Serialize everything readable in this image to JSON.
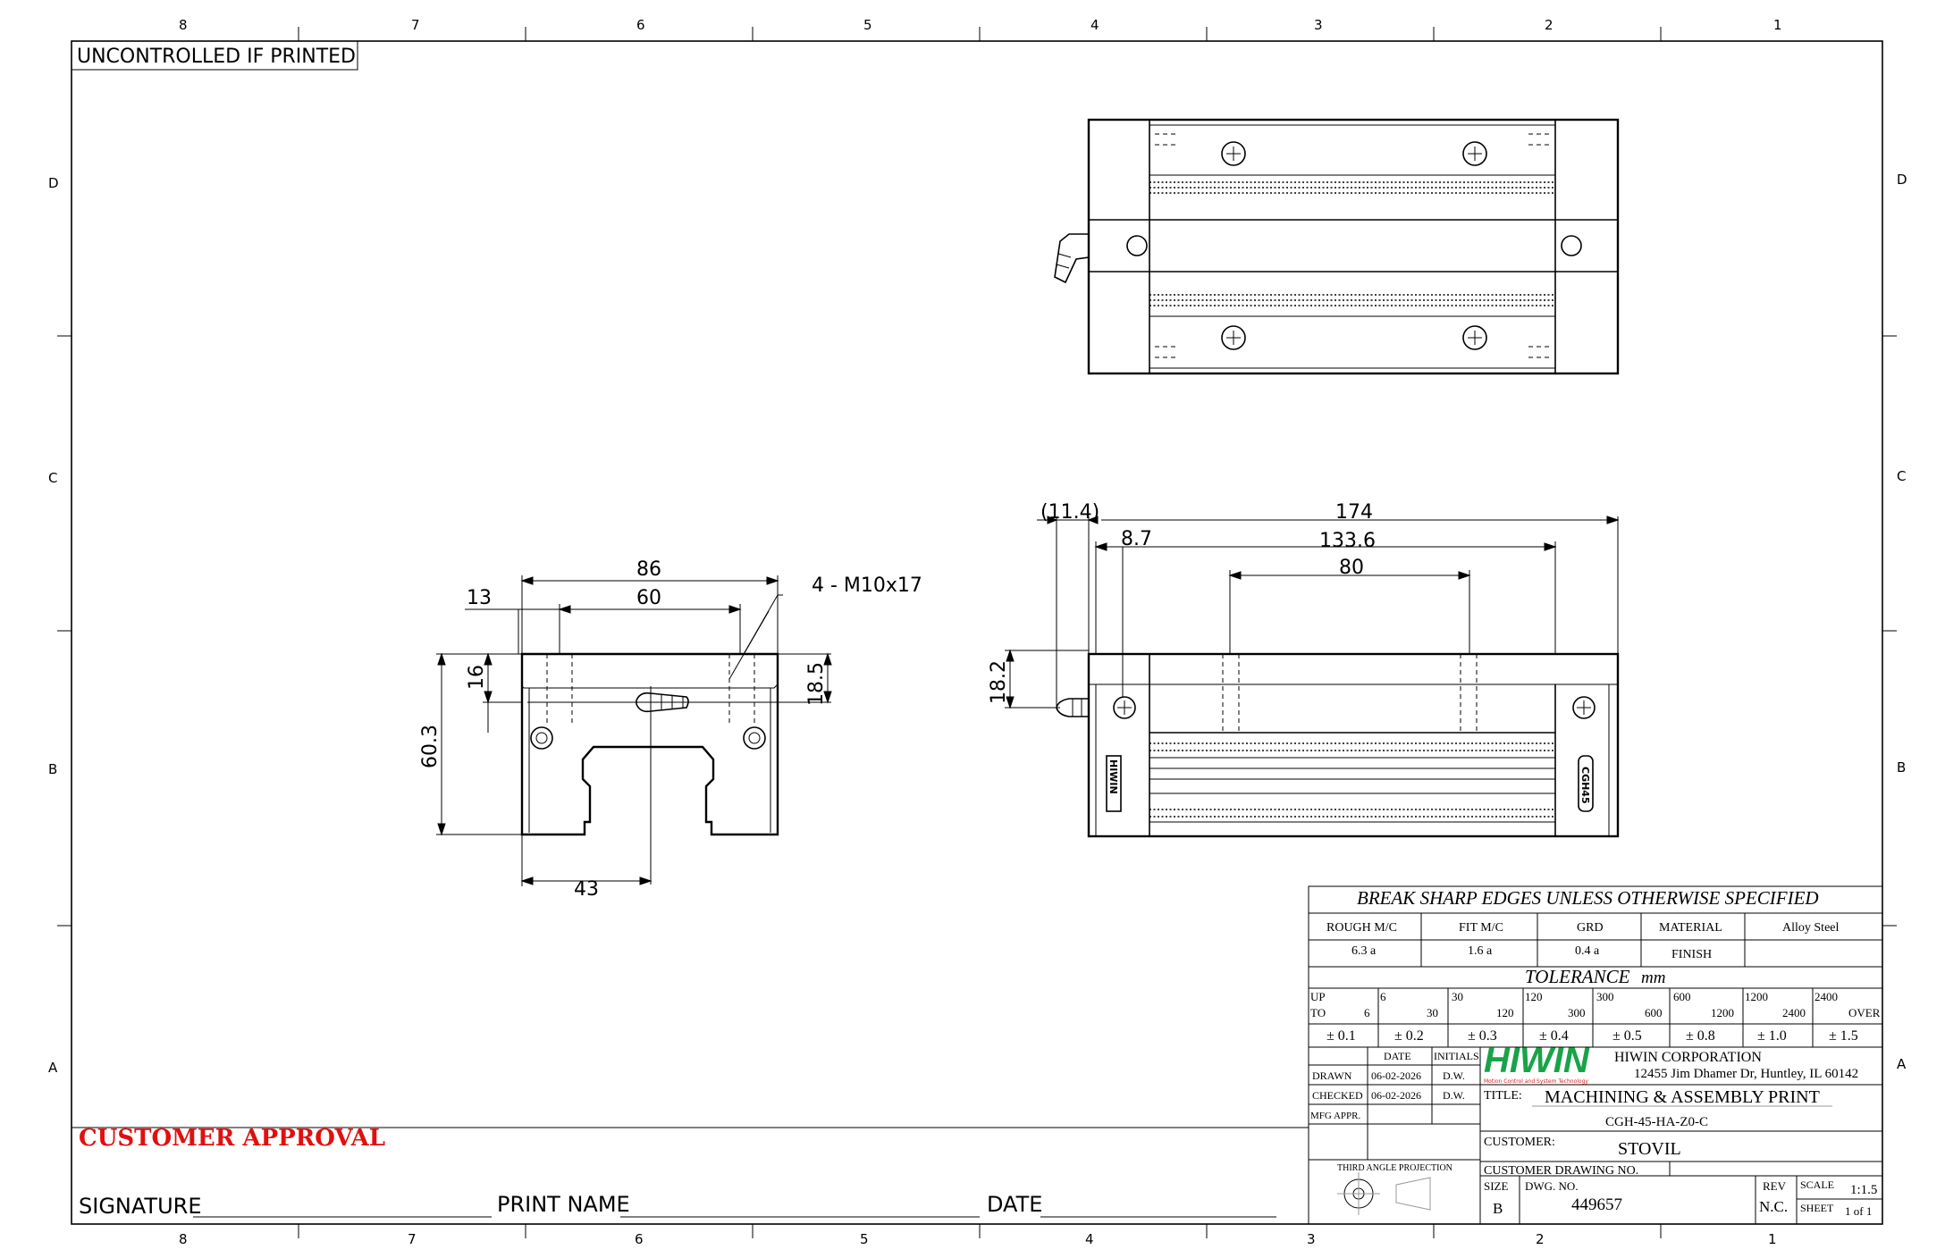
{
  "drawing": {
    "stamp": "UNCONTROLLED IF PRINTED",
    "zones_top": [
      "8",
      "7",
      "6",
      "5",
      "4",
      "3",
      "2",
      "1"
    ],
    "zones_side": [
      "D",
      "C",
      "B",
      "A"
    ]
  },
  "dimensions": {
    "d86": "86",
    "d60": "60",
    "d13": "13",
    "d16": "16",
    "d18_5": "18.5",
    "d60_3": "60.3",
    "d43": "43",
    "thread": "4 - M10x17",
    "d11_4": "(11.4)",
    "d174": "174",
    "d8_7": "8.7",
    "d133_6": "133.6",
    "d80": "80",
    "d18_2": "18.2"
  },
  "labels": {
    "side_logo": "HIWIN",
    "side_tag": "CGH45"
  },
  "approval": {
    "title": "CUSTOMER APPROVAL",
    "signature": "SIGNATURE",
    "print_name": "PRINT NAME",
    "date": "DATE"
  },
  "title_block": {
    "header": "BREAK SHARP EDGES UNLESS OTHERWISE SPECIFIED",
    "rough_label": "ROUGH M/C",
    "rough_value": "6.3 a",
    "fit_label": "FIT M/C",
    "fit_value": "1.6 a",
    "grd_label": "GRD",
    "grd_value": "0.4 a",
    "material_label": "MATERIAL",
    "material_value": "Alloy Steel",
    "finish_label": "FINISH",
    "tolerance_label": "TOLERANCE",
    "tolerance_unit": "mm",
    "up_label": "UP",
    "to_label": "TO",
    "over_label": "OVER",
    "tol_up": [
      "6",
      "30",
      "120",
      "300",
      "600",
      "1200",
      "2400"
    ],
    "tol_to": [
      "6",
      "30",
      "120",
      "300",
      "600",
      "1200",
      "2400"
    ],
    "tol_values": [
      "± 0.1",
      "± 0.2",
      "± 0.3",
      "± 0.4",
      "± 0.5",
      "± 0.8",
      "± 1.0",
      "± 1.5"
    ],
    "date_label": "DATE",
    "initials_label": "INITIALS",
    "drawn_label": "DRAWN",
    "drawn_date": "06-02-2026",
    "drawn_init": "D.W.",
    "checked_label": "CHECKED",
    "checked_date": "06-02-2026",
    "checked_init": "D.W.",
    "mfg_label": "MFG APPR.",
    "logo": "HIWIN",
    "logo_tagline": "Motion Control and System Technology",
    "company": "HIWIN CORPORATION",
    "address": "12455 Jim Dhamer Dr, Huntley, IL 60142",
    "title_label": "TITLE:",
    "title_value": "MACHINING & ASSEMBLY PRINT",
    "part_no": "CGH-45-HA-Z0-C",
    "customer_label": "CUSTOMER:",
    "customer_value": "STOVIL",
    "projection_label": "THIRD ANGLE PROJECTION",
    "cust_dwg_label": "CUSTOMER DRAWING NO.",
    "size_label": "SIZE",
    "size_value": "B",
    "dwg_label": "DWG. NO.",
    "dwg_value": "449657",
    "rev_label": "REV",
    "rev_value": "N.C.",
    "scale_label": "SCALE",
    "scale_value": "1:1.5",
    "sheet_label": "SHEET",
    "sheet_value": "1 of 1"
  },
  "colors": {
    "approval_red": "#e01010",
    "logo_green": "#19a347",
    "logo_red": "#d81e1e",
    "line": "#000000"
  }
}
